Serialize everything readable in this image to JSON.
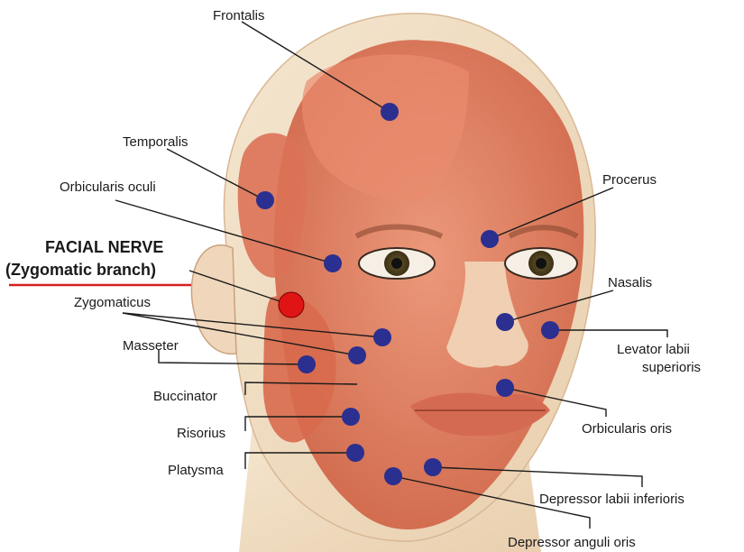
{
  "labels": {
    "frontalis": "Frontalis",
    "temporalis": "Temporalis",
    "orbicularis_oculi": "Orbicularis oculi",
    "facial_nerve_title": "FACIAL NERVE",
    "facial_nerve_branch": "(Zygomatic branch)",
    "zygomaticus": "Zygomaticus",
    "masseter": "Masseter",
    "buccinator": "Buccinator",
    "risorius": "Risorius",
    "platysma": "Platysma",
    "procerus": "Procerus",
    "nasalis": "Nasalis",
    "levator_line1": "Levator labii",
    "levator_line2": "superioris",
    "orbicularis_oris": "Orbicularis oris",
    "depressor_labii": "Depressor labii inferioris",
    "depressor_anguli": "Depressor anguli oris"
  },
  "colors": {
    "marker": "#2b2f8f",
    "nerve_marker": "#e01414",
    "underline": "#d42020",
    "muscle": "#e07a5c",
    "skin": "#f1ddc2"
  }
}
